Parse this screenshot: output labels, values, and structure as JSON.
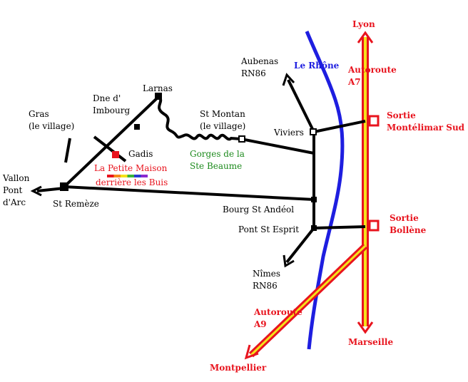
{
  "colors": {
    "road": "#000000",
    "river": "#1e1ee0",
    "motorway_outer": "#e8141e",
    "motorway_inner": "#f5e21a",
    "place_red": "#e8141e",
    "gorge_green": "#1c8a1c",
    "rainbow": [
      "#e8141e",
      "#f58a1a",
      "#f5e21a",
      "#3ab43a",
      "#2a3ad0",
      "#8a2ad0"
    ]
  },
  "labels": {
    "lyon": "Lyon",
    "autoroute_a7": "Autoroute\nA7",
    "le_rhone": "Le Rhône",
    "aubenas": "Aubenas\nRN86",
    "larnas": "Larnas",
    "dne_imbourg": "Dne d'\nImbourg",
    "gras": "Gras\n(le village)",
    "st_montan": "St Montan\n(le village)",
    "viviers": "Viviers",
    "sortie_montelimar": "Sortie\nMontélimar Sud",
    "gorges": "Gorges de la\nSte Beaume",
    "gadis": "Gadis",
    "petite_maison": "La Petite Maison",
    "derriere_buis": "derrière les Buis",
    "vallon": "Vallon\nPont\nd'Arc",
    "st_remeze": "St Remèze",
    "bourg_st_andeol": "Bourg St Andéol",
    "pont_st_esprit": "Pont St Esprit",
    "sortie_bollene": "Sortie\nBollène",
    "nimes": "Nîmes\nRN86",
    "autoroute_a9": "Autoroute\nA9",
    "marseille": "Marseille",
    "montpellier": "Montpellier"
  }
}
